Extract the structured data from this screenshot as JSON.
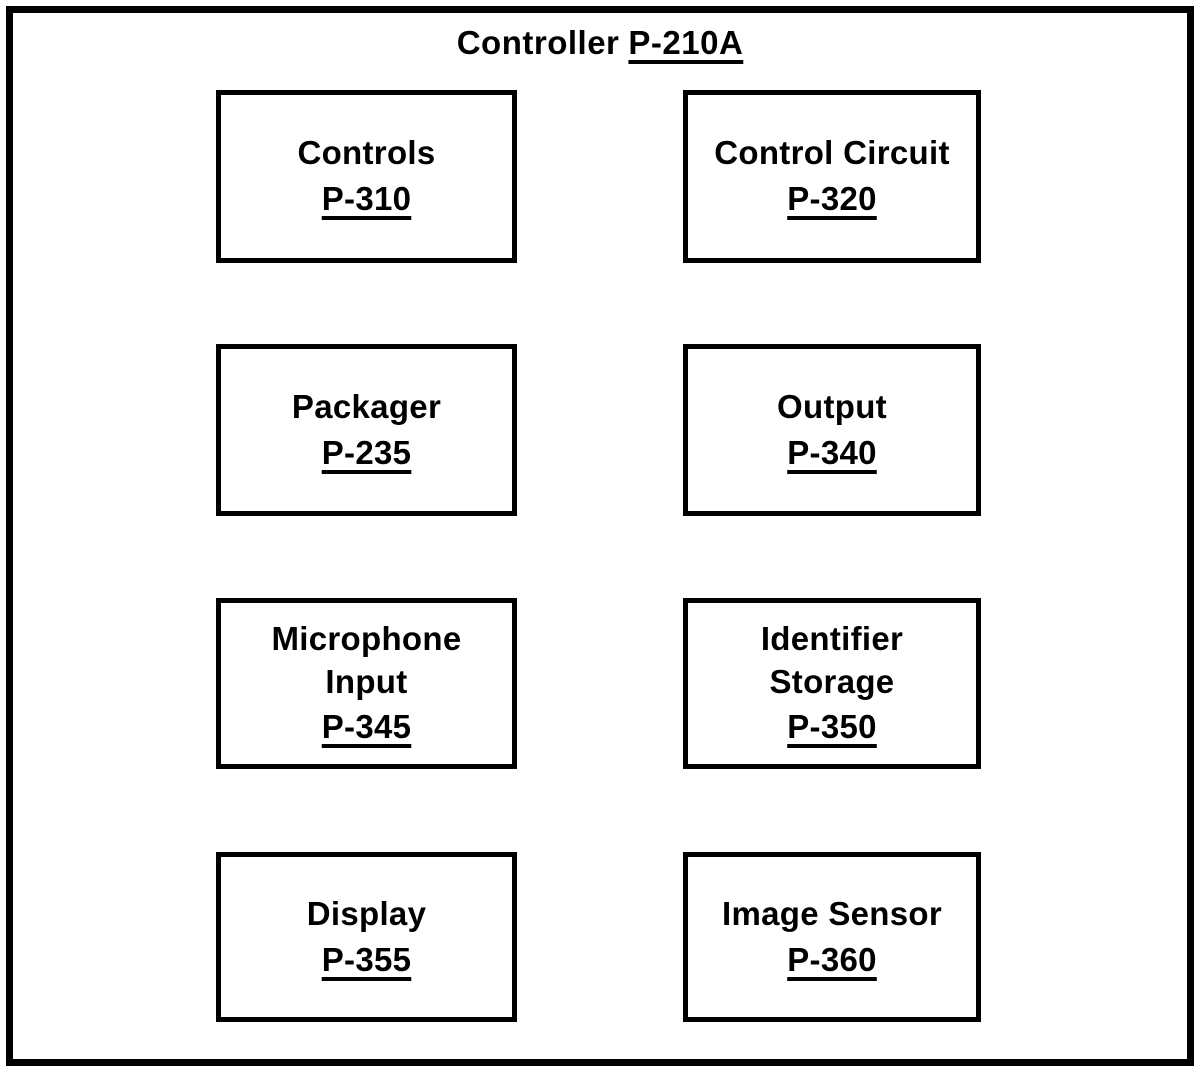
{
  "diagram": {
    "title": {
      "label": "Controller",
      "ref": "P-210A"
    },
    "blocks": [
      {
        "label": "Controls",
        "ref": "P-310"
      },
      {
        "label": "Control Circuit",
        "ref": "P-320"
      },
      {
        "label": "Packager",
        "ref": "P-235"
      },
      {
        "label": "Output",
        "ref": "P-340"
      },
      {
        "label": "Microphone\nInput",
        "ref": "P-345"
      },
      {
        "label": "Identifier\nStorage",
        "ref": "P-350"
      },
      {
        "label": "Display",
        "ref": "P-355"
      },
      {
        "label": "Image Sensor",
        "ref": "P-360"
      }
    ],
    "colors": {
      "border": "#000000",
      "background": "#ffffff",
      "text": "#000000"
    }
  }
}
